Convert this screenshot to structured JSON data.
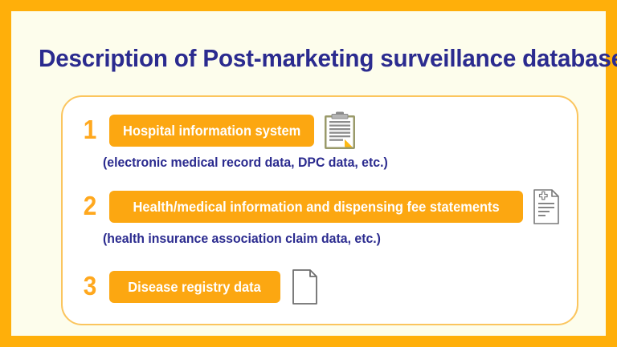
{
  "slide": {
    "title": "Description of Post-marketing surveillance database",
    "frame_color": "#FFAF0A",
    "panel_color": "#FDFDEC",
    "card_border_color": "#FBC55E",
    "accent_orange": "#FCA711",
    "navy": "#2B2B8F"
  },
  "items": [
    {
      "number": "1",
      "label": "Hospital information system",
      "sub": "(electronic medical record data, DPC data, etc.)",
      "icon": "clipboard-icon"
    },
    {
      "number": "2",
      "label": "Health/medical information and dispensing fee statements",
      "sub": "(health insurance association claim data, etc.)",
      "icon": "medical-document-icon"
    },
    {
      "number": "3",
      "label": "Disease registry data",
      "sub": "",
      "icon": "document-icon"
    }
  ]
}
